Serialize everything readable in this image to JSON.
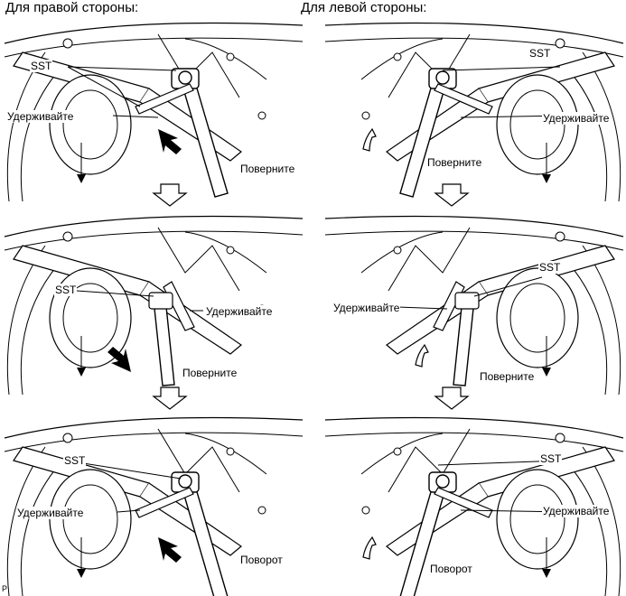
{
  "headings": {
    "right_side": "Для правой стороны:",
    "left_side": "Для левой стороны:"
  },
  "labels": {
    "sst": "SST",
    "hold": "Удерживайте",
    "turn": "Поверните",
    "rotation": "Поворот"
  },
  "footer_ref": "P",
  "colors": {
    "line": "#000000",
    "background": "#ffffff"
  }
}
